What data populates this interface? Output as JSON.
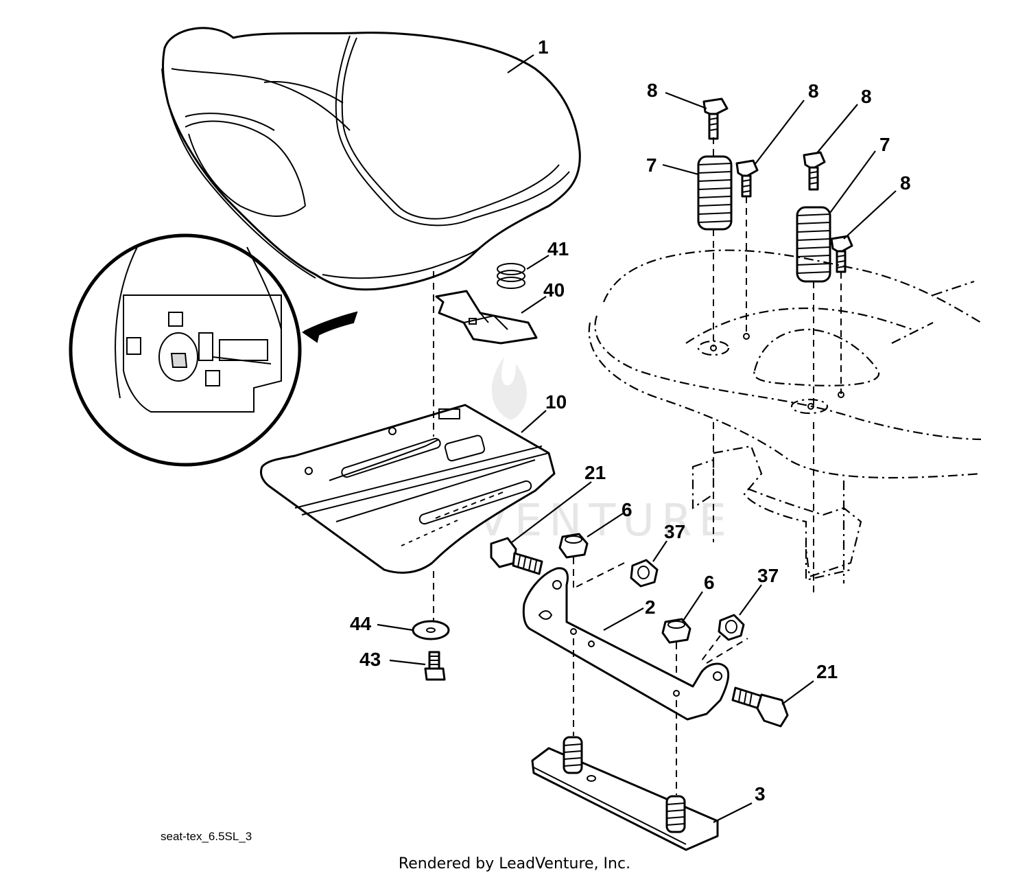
{
  "diagram": {
    "drawing_code": "seat-tex_6.5SL_3",
    "watermark": "LEADVENTURE",
    "footer": "Rendered by LeadVenture, Inc.",
    "callouts": [
      {
        "id": "c1",
        "label": "1",
        "part": "seat"
      },
      {
        "id": "c8a",
        "label": "8",
        "part": "bolt"
      },
      {
        "id": "c8b",
        "label": "8",
        "part": "bolt"
      },
      {
        "id": "c8c",
        "label": "8",
        "part": "bolt"
      },
      {
        "id": "c8d",
        "label": "8",
        "part": "bolt"
      },
      {
        "id": "c7a",
        "label": "7",
        "part": "spring"
      },
      {
        "id": "c7b",
        "label": "7",
        "part": "spring"
      },
      {
        "id": "c41",
        "label": "41",
        "part": "small spring"
      },
      {
        "id": "c40",
        "label": "40",
        "part": "switch bracket"
      },
      {
        "id": "c10",
        "label": "10",
        "part": "seat pan"
      },
      {
        "id": "c21a",
        "label": "21",
        "part": "shoulder bolt"
      },
      {
        "id": "c21b",
        "label": "21",
        "part": "shoulder bolt"
      },
      {
        "id": "c6a",
        "label": "6",
        "part": "nut"
      },
      {
        "id": "c6b",
        "label": "6",
        "part": "nut"
      },
      {
        "id": "c37a",
        "label": "37",
        "part": "nut"
      },
      {
        "id": "c37b",
        "label": "37",
        "part": "nut"
      },
      {
        "id": "c2",
        "label": "2",
        "part": "seat bracket"
      },
      {
        "id": "c44",
        "label": "44",
        "part": "washer"
      },
      {
        "id": "c43",
        "label": "43",
        "part": "screw"
      },
      {
        "id": "c3",
        "label": "3",
        "part": "stud plate"
      }
    ]
  }
}
